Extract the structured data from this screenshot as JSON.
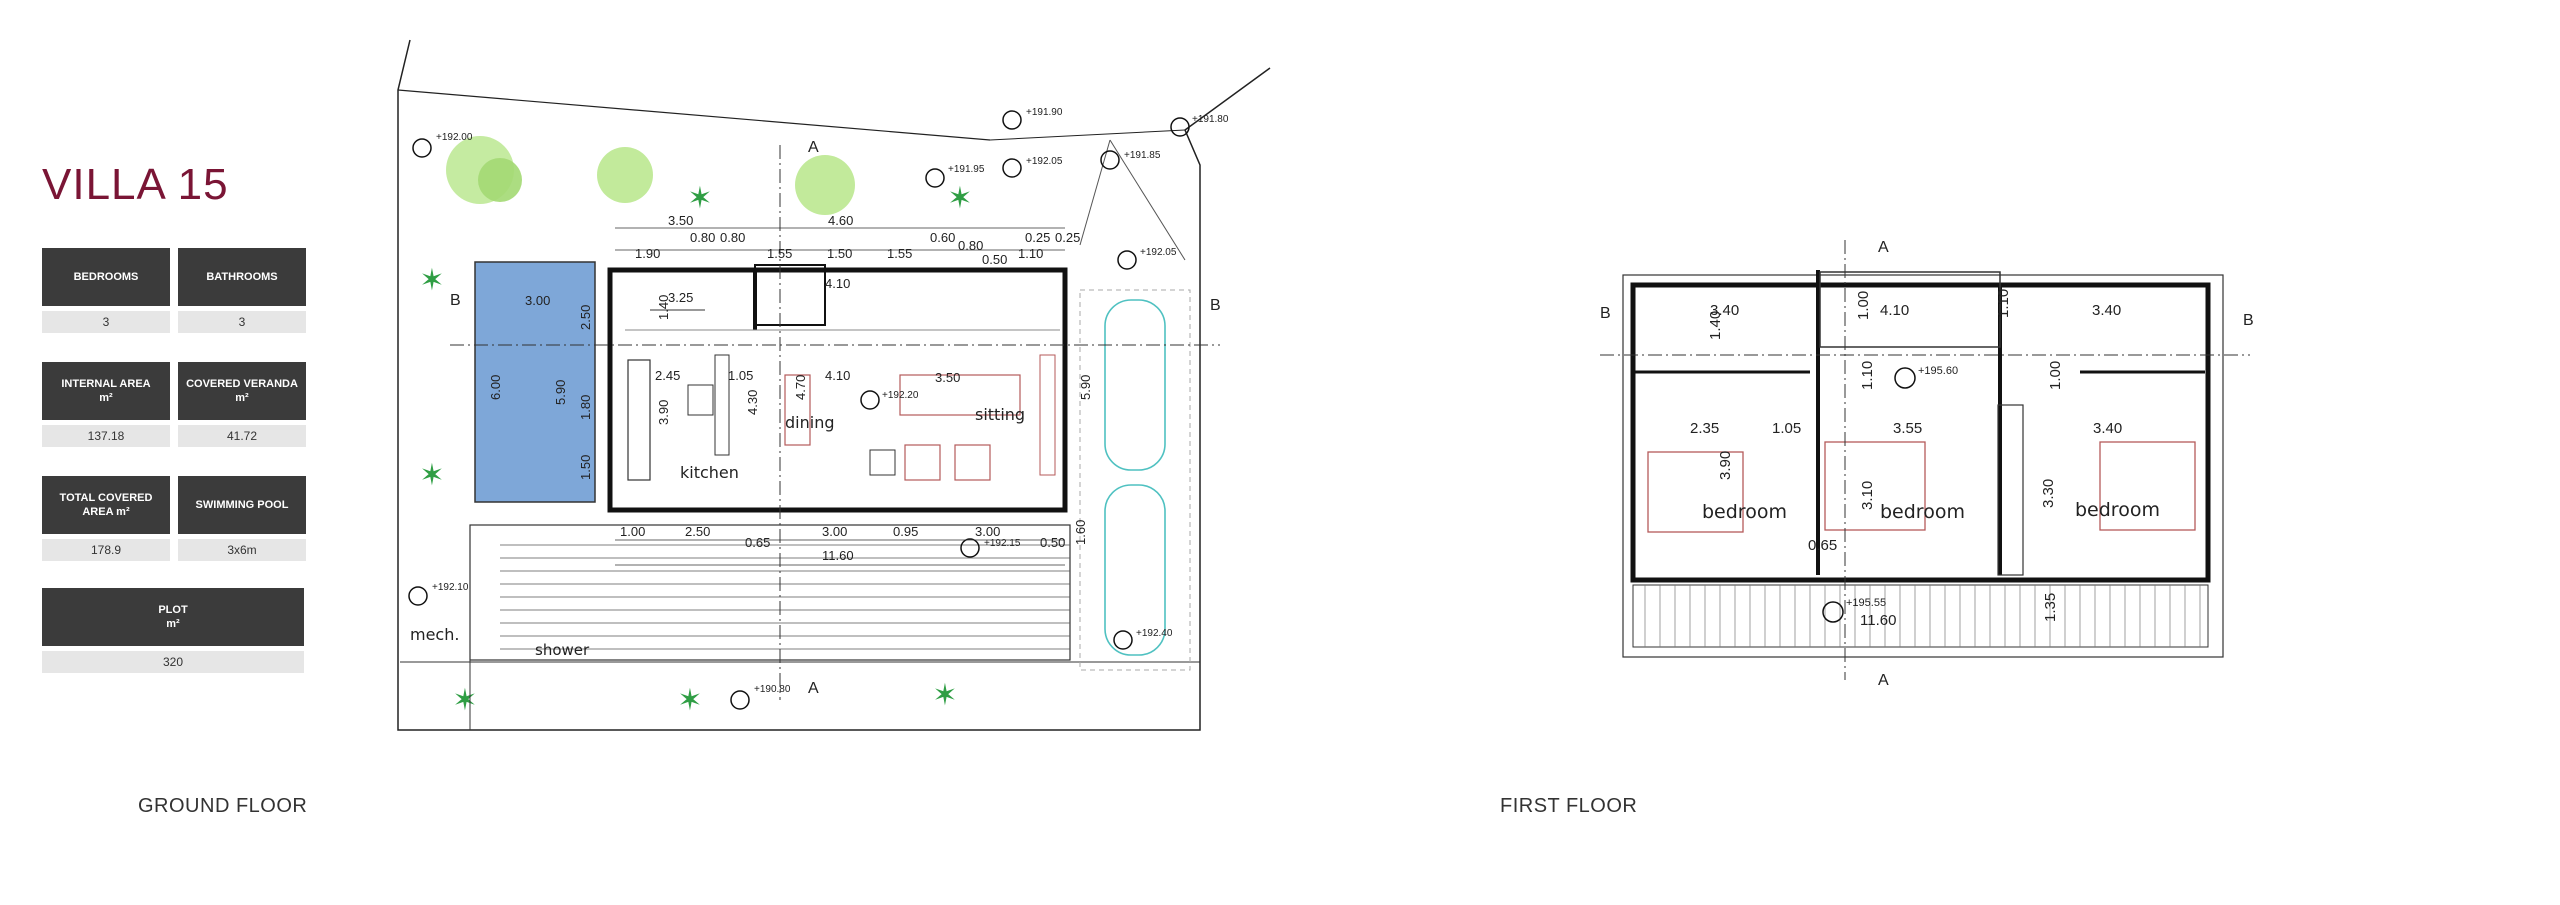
{
  "title": "VILLA 15",
  "specs": [
    {
      "label": "BEDROOMS",
      "unit": "",
      "value": "3"
    },
    {
      "label": "BATHROOMS",
      "unit": "",
      "value": "3"
    },
    {
      "label": "INTERNAL AREA",
      "unit": "m²",
      "value": "137.18"
    },
    {
      "label": "COVERED VERANDA m²",
      "unit": "",
      "value": "41.72"
    },
    {
      "label": "TOTAL COVERED AREA m²",
      "unit": "",
      "value": "178.9"
    },
    {
      "label": "SWIMMING POOL",
      "unit": "",
      "value": "3x6m"
    },
    {
      "label": "PLOT",
      "unit": "m²",
      "value": "320"
    }
  ],
  "ground_floor": {
    "label": "GROUND FLOOR",
    "rooms": [
      "kitchen",
      "dining",
      "sitting",
      "mech.",
      "shower"
    ],
    "section_marks": [
      "A",
      "A",
      "B",
      "B"
    ],
    "levels": [
      "+192.00",
      "+191.90",
      "+191.95",
      "+192.05",
      "+191.85",
      "+191.80",
      "+192.05",
      "+192.20",
      "+192.10",
      "+190.80",
      "+192.40",
      "+192.15"
    ],
    "dims_top": [
      "3.50",
      "0.80",
      "0.80",
      "4.60",
      "1.90",
      "1.55",
      "1.50",
      "1.55",
      "0.60",
      "0.80",
      "0.25",
      "0.25",
      "0.50",
      "1.10",
      "4.10"
    ],
    "dims_inner": [
      "3.00",
      "3.25",
      "2.50",
      "1.40",
      "2.45",
      "1.05",
      "4.10",
      "3.50",
      "6.00",
      "5.90",
      "1.80",
      "3.90",
      "4.30",
      "4.70",
      "1.50",
      "5.90"
    ],
    "dims_bottom": [
      "1.00",
      "2.50",
      "0.65",
      "3.00",
      "0.95",
      "3.00",
      "0.50",
      "1.60",
      "11.60"
    ]
  },
  "first_floor": {
    "label": "FIRST FLOOR",
    "rooms": [
      "bedroom",
      "bedroom",
      "bedroom"
    ],
    "section_marks": [
      "A",
      "A",
      "B",
      "B"
    ],
    "levels": [
      "+195.60",
      "+195.55"
    ],
    "dims": [
      "3.40",
      "4.10",
      "3.40",
      "1.40",
      "1.00",
      "1.10",
      "1.10",
      "1.00",
      "2.35",
      "1.05",
      "3.55",
      "3.40",
      "3.90",
      "3.10",
      "3.30",
      "0.65",
      "1.35",
      "11.60"
    ]
  },
  "colors": {
    "title": "#7a1535",
    "spec_header": "#3b3b3b",
    "spec_value": "#e6e6e6",
    "pool": "#7ea7d8",
    "car": "#4fc1c1",
    "tree": "#2f9e44",
    "bed": "#b55a5a"
  }
}
